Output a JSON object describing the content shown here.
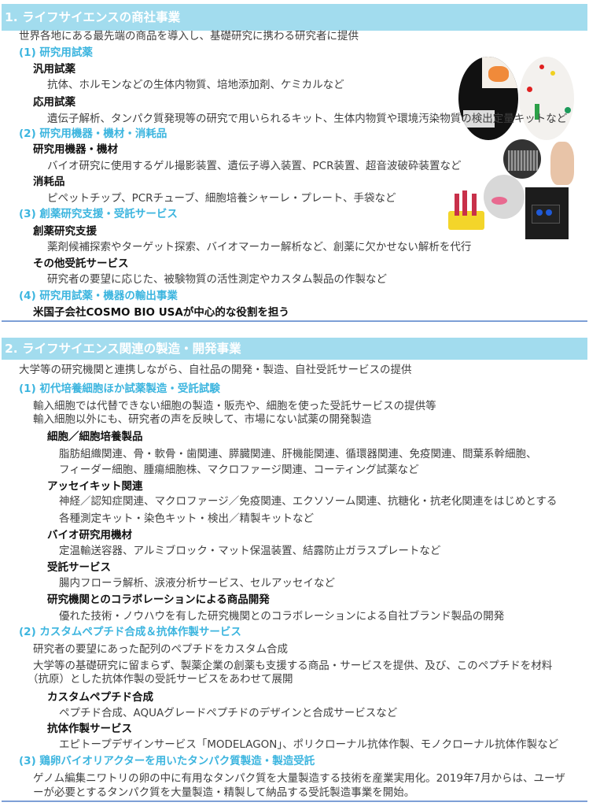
{
  "section1": {
    "title": "1. ライフサイエンスの商社事業",
    "intro": "世界各地にある最先端の商品を導入し、基礎研究に携わる研究者に提供",
    "s1": "(1) 研究用試薬",
    "s1a": "汎用試薬",
    "s1a_desc": "抗体、ホルモンなどの生体内物質、培地添加剤、ケミカルなど",
    "s1b": "応用試薬",
    "s1b_desc": "遺伝子解析、タンパク質発現等の研究で用いられるキット、生体内物質や環境汚染物質の検出定量キットなど",
    "s2": "(2) 研究用機器・機材・消耗品",
    "s2a": "研究用機器・機材",
    "s2a_desc": "バイオ研究に使用するゲル撮影装置、遺伝子導入装置、PCR装置、超音波破砕装置など",
    "s2b": "消耗品",
    "s2b_desc": "ピペットチップ、PCRチューブ、細胞培養シャーレ・プレート、手袋など",
    "s3": "(3) 創薬研究支援・受託サービス",
    "s3a": "創薬研究支援",
    "s3a_desc": "薬剤候補探索やターゲット探索、バイオマーカー解析など、創薬に欠かせない解析を代行",
    "s3b": "その他受託サービス",
    "s3b_desc": "研究者の要望に応じた、被験物質の活性測定やカスタム製品の作製など",
    "s4": "(4) 研究用試薬・機器の輸出事業",
    "s4a": "米国子会社COSMO BIO USAが中心的な役割を担う"
  },
  "section2": {
    "title": "2. ライフサイエンス関連の製造・開発事業",
    "intro": "大学等の研究機関と連携しながら、自社品の開発・製造、自社受託サービスの提供",
    "s1": "(1) 初代培養細胞ほか試薬製造・受託試験",
    "s1_l1": "輸入細胞では代替できない細胞の製造・販売や、細胞を使った受託サービスの提供等",
    "s1_l2": "輸入細胞以外にも、研究者の声を反映して、市場にない試薬の開発製造",
    "s1a": "細胞／細胞培養製品",
    "s1a_d1": "脂肪組織関連、骨・軟骨・歯関連、膵臓関連、肝機能関連、循環器関連、免疫関連、間葉系幹細胞、",
    "s1a_d2": "フィーダー細胞、腫瘍細胞株、マクロファージ関連、コーティング試薬など",
    "s1b": "アッセイキット関連",
    "s1b_d1": "神経／認知症関連、マクロファージ／免疫関連、エクソソーム関連、抗糖化・抗老化関連をはじめとする",
    "s1b_d2": "各種測定キット・染色キット・検出／精製キットなど",
    "s1c": "バイオ研究用機材",
    "s1c_d": "定温輸送容器、アルミブロック・マット保温装置、結露防止ガラスプレートなど",
    "s1d": "受託サービス",
    "s1d_d": "腸内フローラ解析、涙液分析サービス、セルアッセイなど",
    "s1e": "研究機関とのコラボレーションによる商品開発",
    "s1e_d": "優れた技術・ノウハウを有した研究機関とのコラボレーションによる自社ブランド製品の開発",
    "s2": "(2) カスタムペプチド合成＆抗体作製サービス",
    "s2_l1": "研究者の要望にあった配列のペプチドをカスタム合成",
    "s2_l2": "大学等の基礎研究に留まらず、製薬企業の創薬も支援する商品・サービスを提供、及び、このペプチドを材料",
    "s2_l3": "（抗原）とした抗体作製の受託サービスをあわせて展開",
    "s2a": "カスタムペプチド合成",
    "s2a_d": "ペプチド合成、AQUAグレードペプチドのデザインと合成サービスなど",
    "s2b": "抗体作製サービス",
    "s2b_d": "エピトープデザインサービス「MODELAGON」、ポリクローナル抗体作製、モノクローナル抗体作製など",
    "s3": "(3) 鶏卵バイオリアクターを用いたタンパク質製造・製造受託",
    "s3_l1": "ゲノム編集ニワトリの卵の中に有用なタンパク質を大量製造する技術を産業実用化。2019年7月からは、ユーザ",
    "s3_l2": "ーが必要とするタンパク質を大量製造・精製して納品する受託製造事業を開始。"
  },
  "colors": {
    "header": "#a2dcee",
    "accent": "#3cb5df",
    "rule": "#7d9fd6"
  }
}
